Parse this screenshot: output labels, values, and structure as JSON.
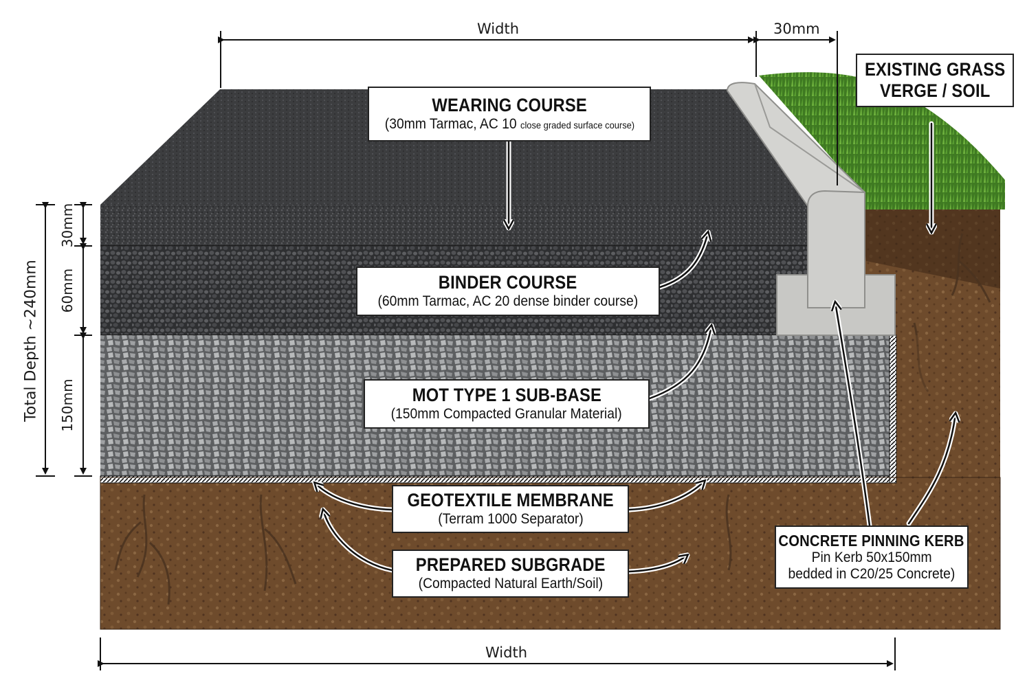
{
  "dimensions": {
    "top_width": "Width",
    "kerb_width": "30mm",
    "bottom_width": "Width",
    "total_depth": "Total Depth ~240mm",
    "wearing_depth": "30mm",
    "binder_depth": "60mm",
    "subbase_depth": "150mm"
  },
  "labels": {
    "wearing": {
      "title": "WEARING COURSE",
      "sub_main": "(30mm Tarmac, AC 10 ",
      "sub_small": "close graded surface course)"
    },
    "binder": {
      "title": "BINDER COURSE",
      "sub": "(60mm Tarmac, AC 20 dense binder course)"
    },
    "subbase": {
      "title": "MOT TYPE 1 SUB-BASE",
      "sub": "(150mm Compacted Granular Material)"
    },
    "geotextile": {
      "title": "GEOTEXTILE MEMBRANE",
      "sub": "(Terram 1000 Separator)"
    },
    "subgrade": {
      "title": "PREPARED SUBGRADE",
      "sub": "(Compacted Natural Earth/Soil)"
    },
    "grass": {
      "line1": "EXISTING GRASS",
      "line2": "VERGE / SOIL"
    },
    "kerb": {
      "title": "CONCRETE PINNING KERB",
      "line1": "Pin Kerb 50x150mm",
      "line2": "bedded in C20/25 Concrete)"
    }
  },
  "colors": {
    "wearing": "#3a3b3d",
    "binder": "#47484a",
    "subbase": "#9a9c9e",
    "soil": "#6b4a2e",
    "grass": "#4f8f2c",
    "concrete": "#c9c9c6"
  }
}
